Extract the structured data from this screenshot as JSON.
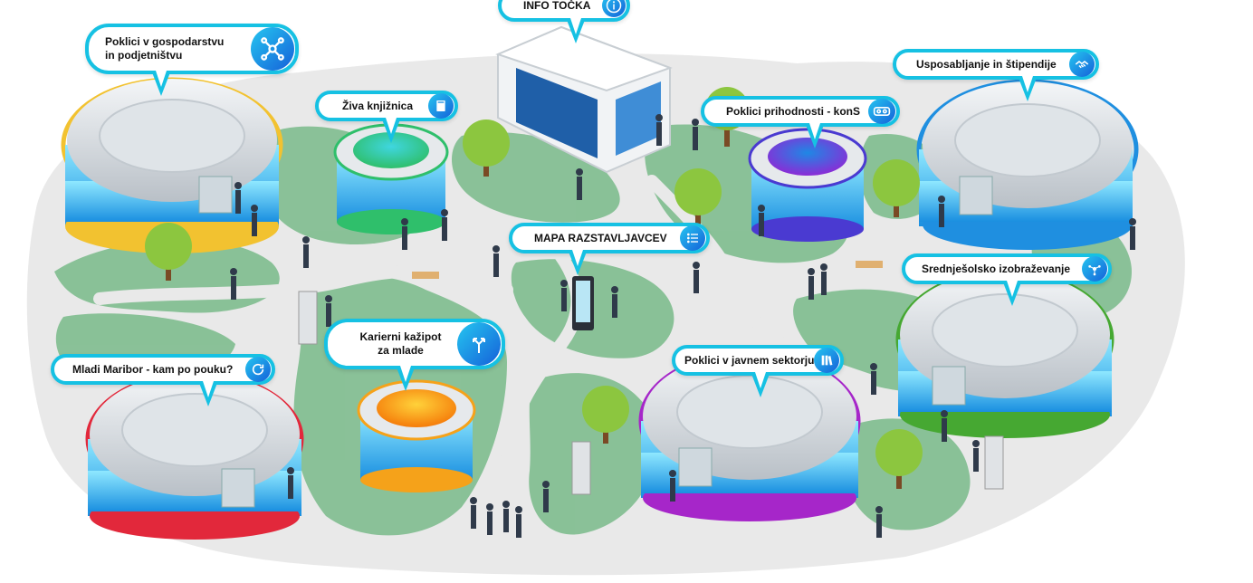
{
  "labels": {
    "info_tocka": "INFO TOČKA",
    "gospodarstvo_line1": "Poklici v gospodarstvu",
    "gospodarstvo_line2": "in podjetništvu",
    "ziva_knjiznica": "Živa knjižnica",
    "usposabljanje": "Usposabljanje in štipendije",
    "prihodnost": "Poklici prihodnosti - konS",
    "mapa": "MAPA RAZSTAVLJAVCEV",
    "srednjesolsko": "Srednješolsko izobraževanje",
    "karierni_line1": "Karierni kažipot",
    "karierni_line2": "za mlade",
    "mladi_maribor": "Mladi Maribor - kam po pouku?",
    "javni_sektor": "Poklici v javnem sektorju"
  },
  "colors": {
    "callout_border": "#16c1e3",
    "icon_gradient_start": "#25c6f0",
    "icon_gradient_end": "#1560d9",
    "ground": "#e9e9e9",
    "grass": "#7fbd8f",
    "stadium_yellow": "#f2c230",
    "stadium_blue": "#1f8fe0",
    "stadium_green": "#46a832",
    "stadium_red": "#e2283b",
    "stadium_purple": "#a626c9",
    "pod_green": "#2fbf6b",
    "pod_purple": "#4a3ad1",
    "pod_orange": "#f5a21a"
  },
  "icons": [
    "info-icon",
    "network-icon",
    "book-icon",
    "handshake-icon",
    "vr-goggles-icon",
    "list-icon",
    "nodes-icon",
    "signpost-icon",
    "refresh-icon",
    "books-icon"
  ]
}
